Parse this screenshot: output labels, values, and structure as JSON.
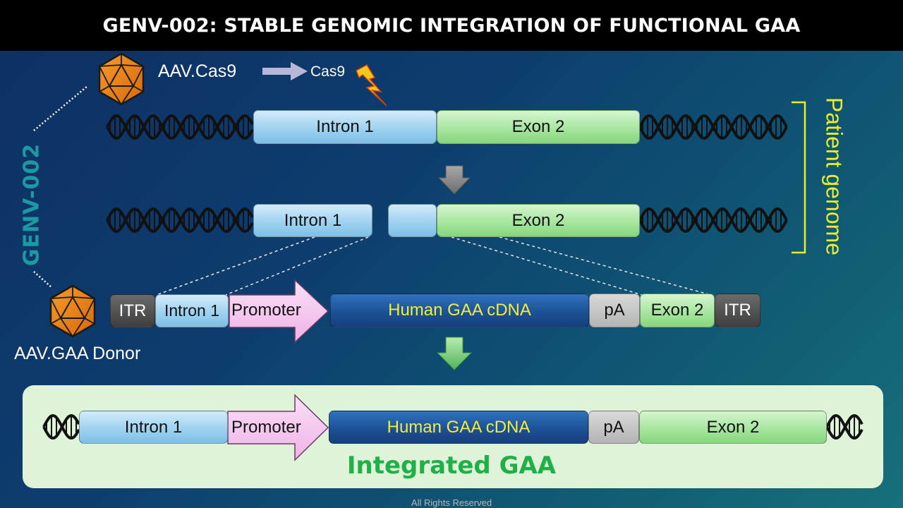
{
  "title": "GENV-002: STABLE GENOMIC INTEGRATION OF FUNCTIONAL GAA",
  "sideLabel": "GENV-002",
  "patientGenome": "Patient genome",
  "cas": {
    "vector": "AAV.Cas9",
    "protein": "Cas9"
  },
  "donorLabel": "AAV.GAA Donor",
  "genome": {
    "intron": "Intron 1",
    "exon": "Exon 2"
  },
  "donor": {
    "itrLeft": "ITR",
    "intron": "Intron 1",
    "promoter": "Promoter",
    "cdna": "Human GAA cDNA",
    "pa": "pA",
    "exon": "Exon 2",
    "itrRight": "ITR"
  },
  "result": {
    "intron": "Intron 1",
    "promoter": "Promoter",
    "cdna": "Human GAA cDNA",
    "pa": "pA",
    "exon": "Exon 2",
    "caption": "Integrated GAA"
  },
  "footer": "All Rights Reserved",
  "colors": {
    "intron": "#9fd2f0",
    "exon": "#a7e6a0",
    "promoter": "#f4c3ef",
    "cdna": "#1b4f93",
    "cdnaText": "#f2ee3a",
    "genvLabel": "#1c9aa3",
    "patientLabel": "#e8ee2e",
    "integrated": "#1fb148"
  }
}
